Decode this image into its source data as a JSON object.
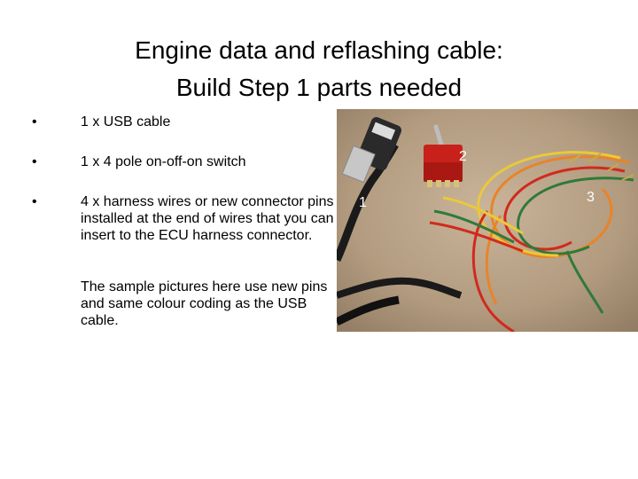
{
  "slide": {
    "title_line1": "Engine data and reflashing cable:",
    "title_line2": "Build Step 1 parts needed",
    "bullet_glyph": "•",
    "items": [
      {
        "text": "1 x USB cable"
      },
      {
        "text": "1 x 4 pole on-off-on switch"
      },
      {
        "text": "4 x harness wires or new connector pins installed at the end of wires that you can insert to the ECU harness connector."
      }
    ],
    "note": "The sample pictures here use new pins and same colour coding as the USB cable."
  },
  "photo": {
    "labels": {
      "usb": "1",
      "switch": "2",
      "wires": "3"
    },
    "wire_colors": {
      "orange": "#e8842a",
      "red": "#d12a1c",
      "green": "#2f7a3a",
      "yellow": "#e9c93a",
      "black": "#1a1a1a"
    }
  }
}
